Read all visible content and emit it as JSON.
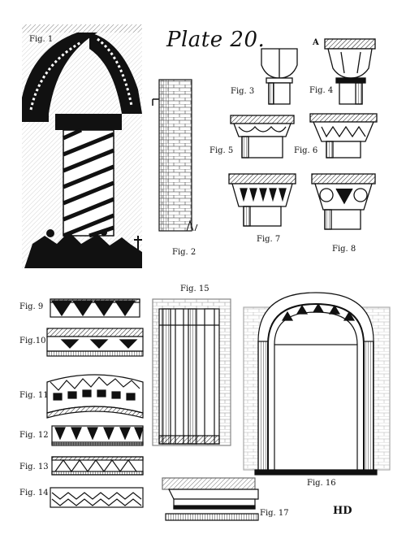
{
  "plate": {
    "title": "Plate 20.",
    "monogram": "HD",
    "marker_a": "A",
    "figures": [
      {
        "id": "fig1",
        "label": "Fig. 1"
      },
      {
        "id": "fig2",
        "label": "Fig. 2"
      },
      {
        "id": "fig3",
        "label": "Fig. 3"
      },
      {
        "id": "fig4",
        "label": "Fig. 4"
      },
      {
        "id": "fig5",
        "label": "Fig. 5"
      },
      {
        "id": "fig6",
        "label": "Fig. 6"
      },
      {
        "id": "fig7",
        "label": "Fig. 7"
      },
      {
        "id": "fig8",
        "label": "Fig. 8"
      },
      {
        "id": "fig9",
        "label": "Fig. 9"
      },
      {
        "id": "fig10",
        "label": "Fig.10"
      },
      {
        "id": "fig11",
        "label": "Fig. 11"
      },
      {
        "id": "fig12",
        "label": "Fig. 12"
      },
      {
        "id": "fig13",
        "label": "Fig. 13"
      },
      {
        "id": "fig14",
        "label": "Fig. 14"
      },
      {
        "id": "fig15",
        "label": "Fig. 15"
      },
      {
        "id": "fig16",
        "label": "Fig. 16"
      },
      {
        "id": "fig17",
        "label": "Fig. 17"
      }
    ]
  },
  "colors": {
    "ink": "#111111",
    "paper": "#ffffff"
  }
}
